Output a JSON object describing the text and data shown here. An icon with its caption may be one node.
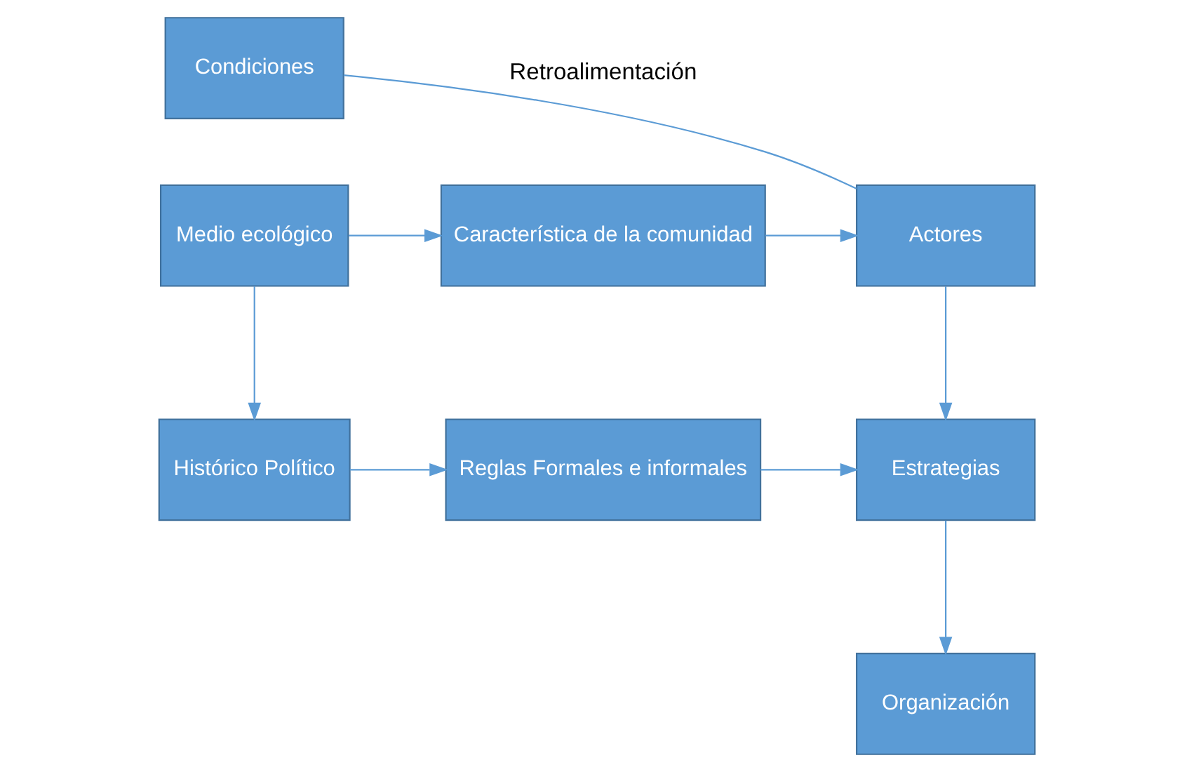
{
  "diagram": {
    "nodes": [
      {
        "text": [
          "Condiciones"
        ]
      },
      {
        "text": [
          "Medio ecológico"
        ]
      },
      {
        "text": [
          "Histórico Político"
        ]
      },
      {
        "text": [
          "Característica de la comunidad"
        ]
      },
      {
        "text": [
          "Reglas Formales e informales"
        ]
      },
      {
        "text": [
          "Actores"
        ]
      },
      {
        "text": [
          "Estrategias"
        ]
      },
      {
        "text": [
          "Organización"
        ]
      }
    ],
    "edges": [
      {
        "from": 0,
        "to": 5,
        "arrow": "none",
        "label": "Retroalimentación"
      },
      {
        "from": 1,
        "to": 3,
        "arrow": "to"
      },
      {
        "from": 1,
        "to": 2,
        "arrow": "to"
      },
      {
        "from": 2,
        "to": 4,
        "arrow": "to"
      },
      {
        "from": 3,
        "to": 5,
        "arrow": "to"
      },
      {
        "from": 4,
        "to": 6,
        "arrow": "to"
      },
      {
        "from": 5,
        "to": 6,
        "arrow": "to"
      },
      {
        "from": 6,
        "to": 7,
        "arrow": "to"
      }
    ]
  }
}
